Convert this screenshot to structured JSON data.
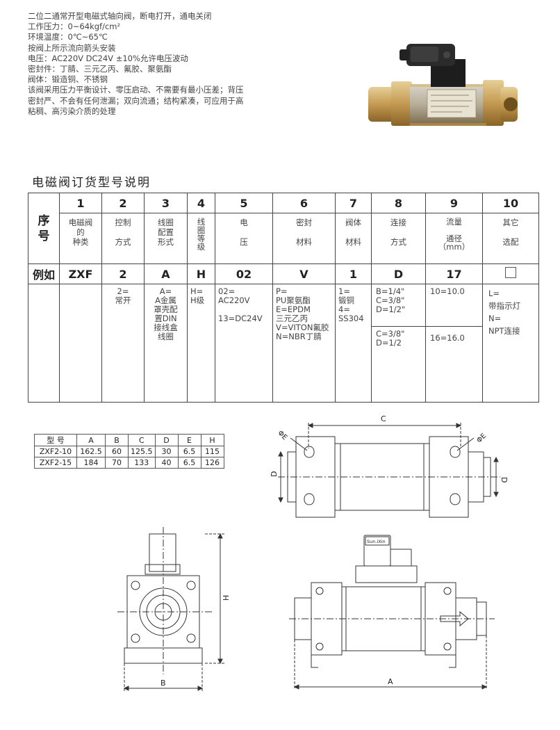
{
  "intro": {
    "lines": [
      "二位二通常开型电磁式轴向阀，断电打开，通电关闭",
      "工作压力：0~64kgf/cm²",
      "环境温度：0℃~65℃",
      "按阀上所示流向箭头安装",
      "电压：AC220V  DC24V  ±10%允许电压波动",
      "密封件：丁腈、三元乙丙、氟胶、聚氨酯",
      "阀体：锻造铜、不锈钢",
      "该阀采用压力平衡设计、零压启动、不需要有最小压差；背压",
      "密封严、不会有任何泄漏；双向流通；结构紧凑，可应用于高",
      "粘稠、高污染介质的处理"
    ]
  },
  "section_title": "电磁阀订货型号说明",
  "order_table": {
    "seq_label": "序号",
    "example_label": "例如",
    "numbers": [
      "1",
      "2",
      "3",
      "4",
      "5",
      "6",
      "7",
      "8",
      "9",
      "10"
    ],
    "descriptions": [
      "电磁阀\n的\n种类",
      "控制\n\n方式",
      "线圈\n配置\n形式",
      "线\n圈\n等\n级",
      "电\n\n压",
      "密封\n\n材料",
      "阀体\n\n材料",
      "连接\n\n方式",
      "流量\n\n通径\n（mm）",
      "其它\n\n选配"
    ],
    "example": [
      "ZXF",
      "2",
      "A",
      "H",
      "02",
      "V",
      "1",
      "D",
      "17",
      ""
    ],
    "options": {
      "c2": "2=\n常开",
      "c3": "A=\nA金属\n罩壳配\n置DIN\n接线盒\n线圈",
      "c4": "H=\nH级",
      "c5": "02=\nAC220V\n\n13=DC24V",
      "c6": "P=\nPU聚氨酯\nE=EPDM\n三元乙丙\nV=VITON氟胶\nN=NBR丁腈",
      "c7": "1=\n锻铜\n4=\nSS304",
      "c8a": "B=1/4\"\nC=3/8\"\nD=1/2\"",
      "c8b": "C=3/8\"\nD=1/2",
      "c9a": "10=10.0",
      "c9b": "16=16.0",
      "c10": "L=\n带指示灯\nN=\nNPT连接"
    }
  },
  "dim_table": {
    "headers": [
      "型 号",
      "A",
      "B",
      "C",
      "D",
      "E",
      "H"
    ],
    "rows": [
      [
        "ZXF2-10",
        "162.5",
        "60",
        "125.5",
        "30",
        "6.5",
        "115"
      ],
      [
        "ZXF2-15",
        "184",
        "70",
        "133",
        "40",
        "6.5",
        "126"
      ]
    ]
  },
  "drawing_labels": {
    "top_c": "C",
    "top_phi_left": "ΦE",
    "top_phi_right": "ΦE",
    "top_d_left": "D",
    "top_d_right": "D",
    "side_h": "H",
    "side_b": "B",
    "front_a": "A",
    "brand": "Sun.iXin"
  },
  "colors": {
    "brass": "#c9a866",
    "line": "#333333"
  }
}
